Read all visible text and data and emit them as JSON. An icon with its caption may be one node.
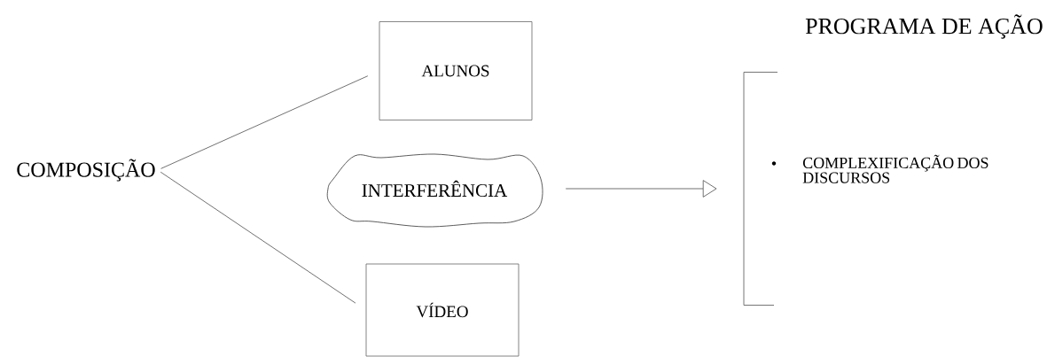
{
  "diagram": {
    "nodes": [
      {
        "text": [
          "COMPOSIÇÃO"
        ]
      },
      {
        "text": [
          "ALUNOS"
        ]
      },
      {
        "text": [
          "INTERFERÊNCIA"
        ]
      },
      {
        "text": [
          "VÍDEO"
        ]
      },
      {
        "text": [
          "PROGRAMA DE AÇÃO",
          "COMPLEXIFICAÇÃO DOS DISCURSOS"
        ]
      }
    ],
    "edges": [
      {
        "from": 0,
        "to": 1,
        "arrow": "none"
      },
      {
        "from": 0,
        "to": 3,
        "arrow": "none"
      },
      {
        "from": 2,
        "to": 4,
        "arrow": "to"
      }
    ]
  }
}
